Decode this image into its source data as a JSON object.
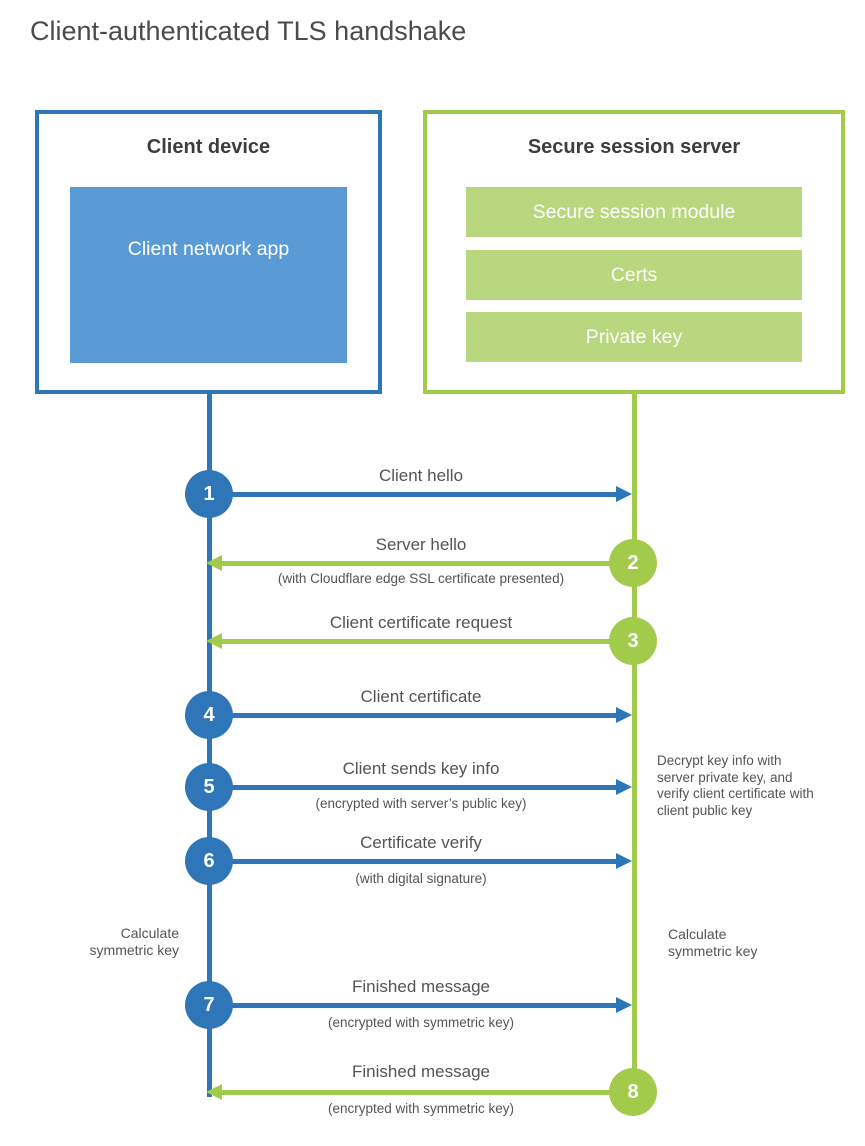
{
  "page": {
    "title": "Client-authenticated TLS handshake"
  },
  "colors": {
    "client_blue": "#2E76B8",
    "client_blue_fill": "#5B9BD5",
    "server_green": "#A2CB4C",
    "server_green_fill": "#B9D77E"
  },
  "client": {
    "title": "Client device",
    "app_label": "Client network app"
  },
  "server": {
    "title": "Secure session server",
    "modules": [
      "Secure session module",
      "Certs",
      "Private key"
    ]
  },
  "messages": [
    {
      "step": "1",
      "direction": "client-to-server",
      "label": "Client hello"
    },
    {
      "step": "2",
      "direction": "server-to-client",
      "label": "Server hello",
      "sublabel": "(with Cloudflare edge SSL certificate presented)"
    },
    {
      "step": "3",
      "direction": "server-to-client",
      "label": "Client certificate request"
    },
    {
      "step": "4",
      "direction": "client-to-server",
      "label": "Client certificate"
    },
    {
      "step": "5",
      "direction": "client-to-server",
      "label": "Client sends key info",
      "sublabel": "(encrypted with server’s public key)"
    },
    {
      "step": "6",
      "direction": "client-to-server",
      "label": "Certificate verify",
      "sublabel": "(with digital signature)"
    },
    {
      "step": "7",
      "direction": "client-to-server",
      "label": "Finished message",
      "sublabel": "(encrypted with symmetric key)"
    },
    {
      "step": "8",
      "direction": "server-to-client",
      "label": "Finished message",
      "sublabel": "(encrypted with symmetric key)"
    }
  ],
  "annotations": {
    "client_calculate": "Calculate symmetric key",
    "server_calculate": "Calculate symmetric key",
    "server_note": "Decrypt key info with server private key, and verify client certificate with client public key"
  }
}
